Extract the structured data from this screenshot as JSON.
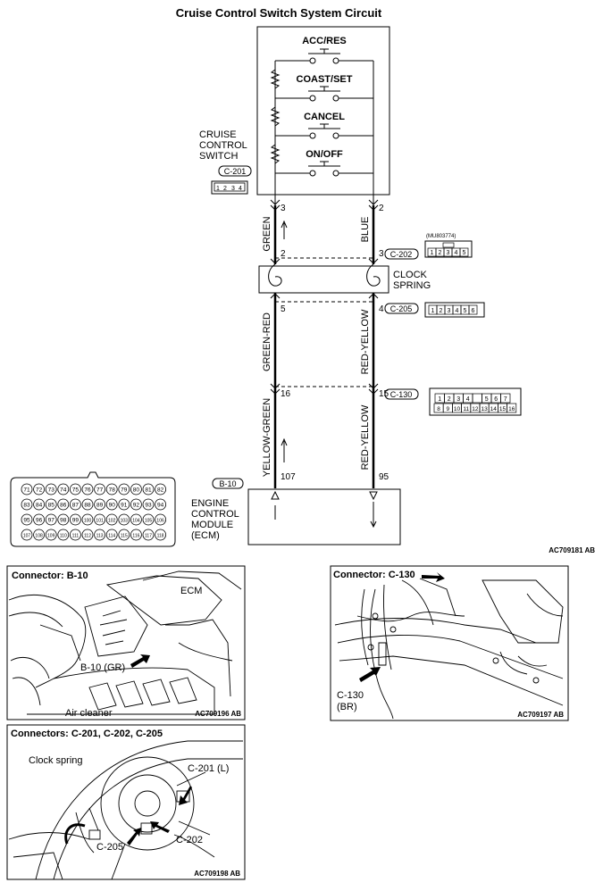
{
  "title": "Cruise Control Switch System Circuit",
  "switch": {
    "label_lines": [
      "CRUISE",
      "CONTROL",
      "SWITCH"
    ],
    "buttons": [
      "ACC/RES",
      "COAST/SET",
      "CANCEL",
      "ON/OFF"
    ],
    "connector": "C-201",
    "pins": [
      "1",
      "2",
      "3",
      "4"
    ]
  },
  "wires": {
    "left_upper_color": "GREEN",
    "right_upper_color": "BLUE",
    "left_middle_color": "GREEN-RED",
    "right_middle_color": "RED-YELLOW",
    "left_lower_color": "YELLOW-GREEN",
    "right_lower_color": "RED-YELLOW"
  },
  "pins": {
    "c201_left": "3",
    "c201_right": "2",
    "c202_left": "2",
    "c202_right": "3",
    "c205_left": "5",
    "c205_right": "4",
    "c130_left": "16",
    "c130_right": "15",
    "b10_left": "107",
    "b10_right": "95"
  },
  "connectors": {
    "c202": "C-202",
    "c202_part": "(MU803774)",
    "c202_pins": [
      "1",
      "2",
      "3",
      "4",
      "5"
    ],
    "c205": "C-205",
    "c205_pins": [
      "1",
      "2",
      "3",
      "4",
      "5",
      "6"
    ],
    "c130": "C-130",
    "c130_top": [
      "1",
      "2",
      "3",
      "4",
      "",
      "5",
      "6",
      "7"
    ],
    "c130_bottom": [
      "8",
      "9",
      "10",
      "11",
      "12",
      "13",
      "14",
      "15",
      "16"
    ],
    "b10": "B-10",
    "b10_rows": [
      [
        "71",
        "72",
        "73",
        "74",
        "75",
        "76",
        "77",
        "78",
        "79",
        "80",
        "81",
        "82"
      ],
      [
        "83",
        "84",
        "85",
        "86",
        "87",
        "88",
        "89",
        "90",
        "91",
        "92",
        "93",
        "94"
      ],
      [
        "95",
        "96",
        "97",
        "98",
        "99",
        "100",
        "101",
        "102",
        "103",
        "104",
        "105",
        "106"
      ],
      [
        "107",
        "108",
        "109",
        "110",
        "111",
        "112",
        "113",
        "114",
        "115",
        "116",
        "117",
        "118"
      ]
    ]
  },
  "clock_spring_lines": [
    "CLOCK",
    "SPRING"
  ],
  "ecm_lines": [
    "ENGINE",
    "CONTROL",
    "MODULE",
    "(ECM)"
  ],
  "diagram_code": "AC709181 AB",
  "photos": {
    "b10": {
      "title": "Connector: B-10",
      "labels": [
        "ECM",
        "B-10 (GR)",
        "Air cleaner"
      ],
      "code": "AC709196 AB"
    },
    "c130": {
      "title": "Connector: C-130",
      "labels": [
        "C-130",
        "(BR)"
      ],
      "code": "AC709197 AB"
    },
    "c201": {
      "title": "Connectors: C-201, C-202, C-205",
      "labels": [
        "Clock spring",
        "C-201 (L)",
        "C-205",
        "C-202"
      ],
      "code": "AC709198 AB"
    }
  }
}
